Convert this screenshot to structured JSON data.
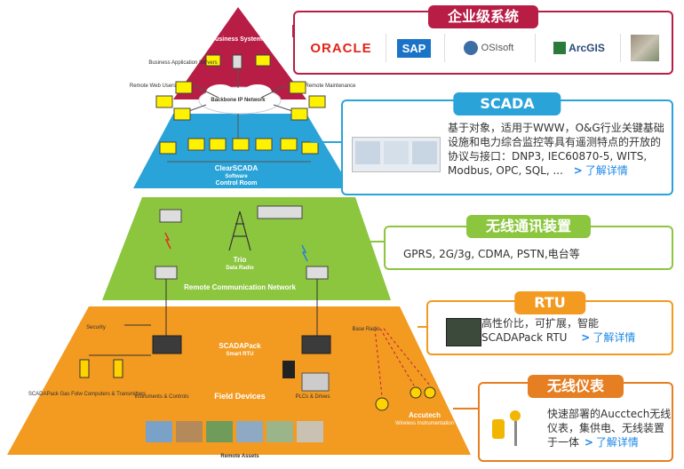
{
  "colors": {
    "enterprise": "#b81d45",
    "scada": "#2aa3d8",
    "wireless": "#8cc63f",
    "rtu": "#f39a21",
    "instrument": "#e67e22",
    "link": "#1e88e5"
  },
  "pyramid": {
    "business_systems": "Business Systems",
    "business_app_servers": "Business Application Servers",
    "remote_web_users": "Remote Web Users",
    "remote_maintenance": "Remote Maintenance",
    "backbone_network": "Backbone IP Network",
    "clearscada": "ClearSCADA",
    "clearscada_sub": "Software",
    "control_room": "Control Room",
    "trio": "Trio",
    "trio_sub": "Data Radio",
    "remote_comm_network": "Remote Communication Network",
    "security": "Security",
    "scadapack": "SCADAPack",
    "scadapack_sub": "Smart RTU",
    "base_radio": "Base Radio",
    "gas_flow": "SCADAPack Gas Folw Computers & Transmitters",
    "instruments_controls": "Instruments & Controls",
    "field_devices": "Field Devices",
    "plcs_drives": "PLCs & Drives",
    "accutech": "Accutech",
    "accutech_sub": "Wireless Instrumentation",
    "remote_assets": "Remote Assets"
  },
  "panels": {
    "enterprise": {
      "title": "企业级系统",
      "logos": [
        "ORACLE",
        "SAP",
        "OSIsoft",
        "ArcGIS",
        "map-thumbnail"
      ]
    },
    "scada": {
      "title": "SCADA",
      "text": "基于对象，适用于WWW，O&G行业关键基础设施和电力综合监控等具有遥测特点的开放的协议与接口：DNP3, IEC60870-5, WITS, Modbus, OPC, SQL, ...",
      "more": "了解详情"
    },
    "wireless": {
      "title": "无线通讯装置",
      "text": "GPRS, 2G/3g, CDMA, PSTN,电台等"
    },
    "rtu": {
      "title": "RTU",
      "line1": "高性价比，可扩展，智能",
      "line2": "SCADAPack RTU",
      "more": "了解详情"
    },
    "instrument": {
      "title": "无线仪表",
      "text": "快速部署的Aucctech无线仪表，集供电、无线装置于一体",
      "more": "了解详情"
    }
  }
}
